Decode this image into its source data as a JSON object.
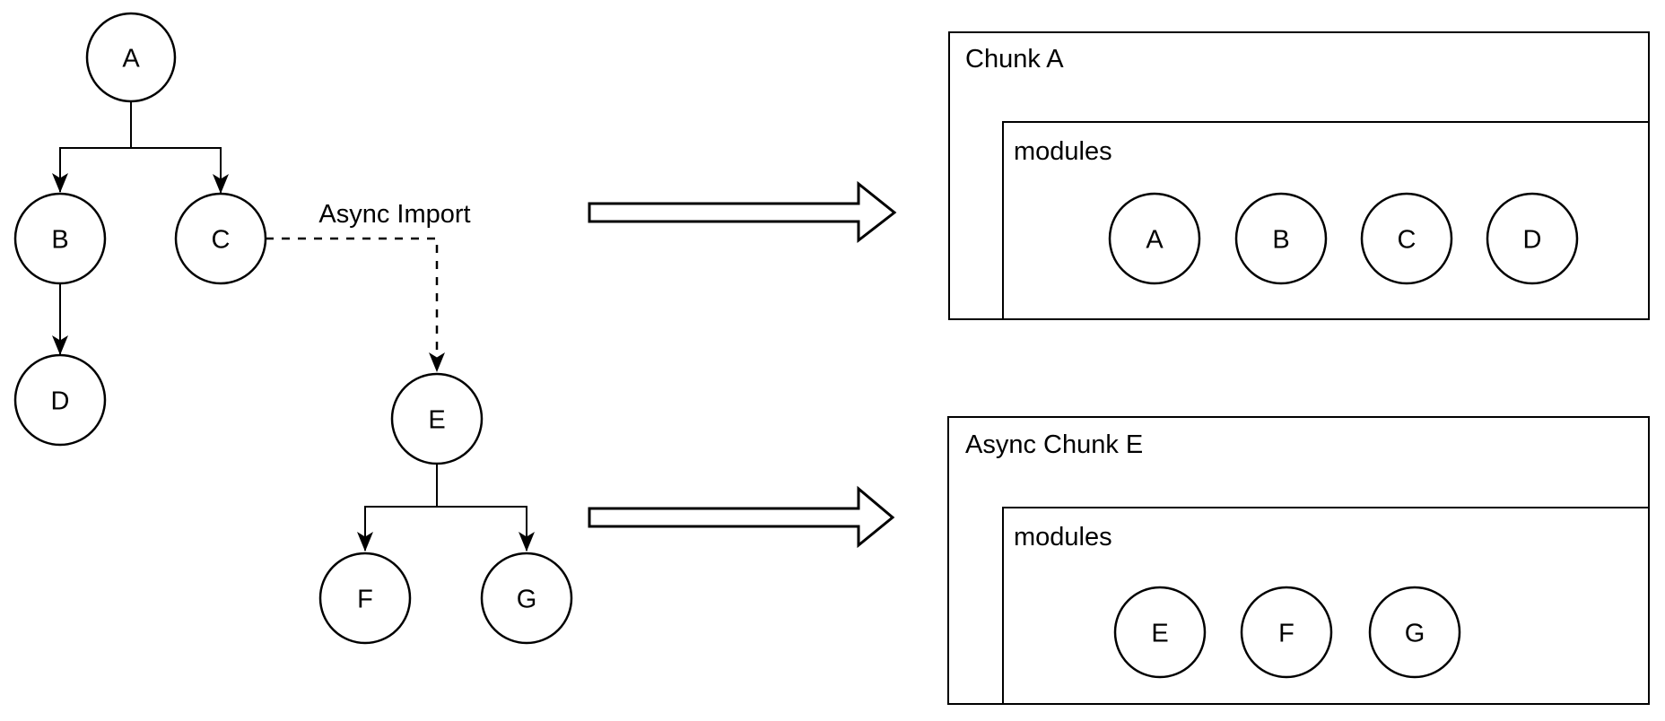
{
  "graph": {
    "async_import_label": "Async Import",
    "nodes": [
      {
        "id": "A",
        "label": "A"
      },
      {
        "id": "B",
        "label": "B"
      },
      {
        "id": "C",
        "label": "C"
      },
      {
        "id": "D",
        "label": "D"
      },
      {
        "id": "E",
        "label": "E"
      },
      {
        "id": "F",
        "label": "F"
      },
      {
        "id": "G",
        "label": "G"
      }
    ],
    "edges": [
      {
        "from": "A",
        "to": "B",
        "type": "static"
      },
      {
        "from": "A",
        "to": "C",
        "type": "static"
      },
      {
        "from": "B",
        "to": "D",
        "type": "static"
      },
      {
        "from": "C",
        "to": "E",
        "type": "async",
        "label": "Async Import"
      },
      {
        "from": "E",
        "to": "F",
        "type": "static"
      },
      {
        "from": "E",
        "to": "G",
        "type": "static"
      }
    ]
  },
  "chunks": [
    {
      "title": "Chunk A",
      "modules_label": "modules",
      "modules": [
        "A",
        "B",
        "C",
        "D"
      ]
    },
    {
      "title": "Async Chunk E",
      "modules_label": "modules",
      "modules": [
        "E",
        "F",
        "G"
      ]
    }
  ],
  "colors": {
    "stroke": "#000000",
    "fill": "#ffffff",
    "text": "#000000",
    "background": "#ffffff"
  }
}
